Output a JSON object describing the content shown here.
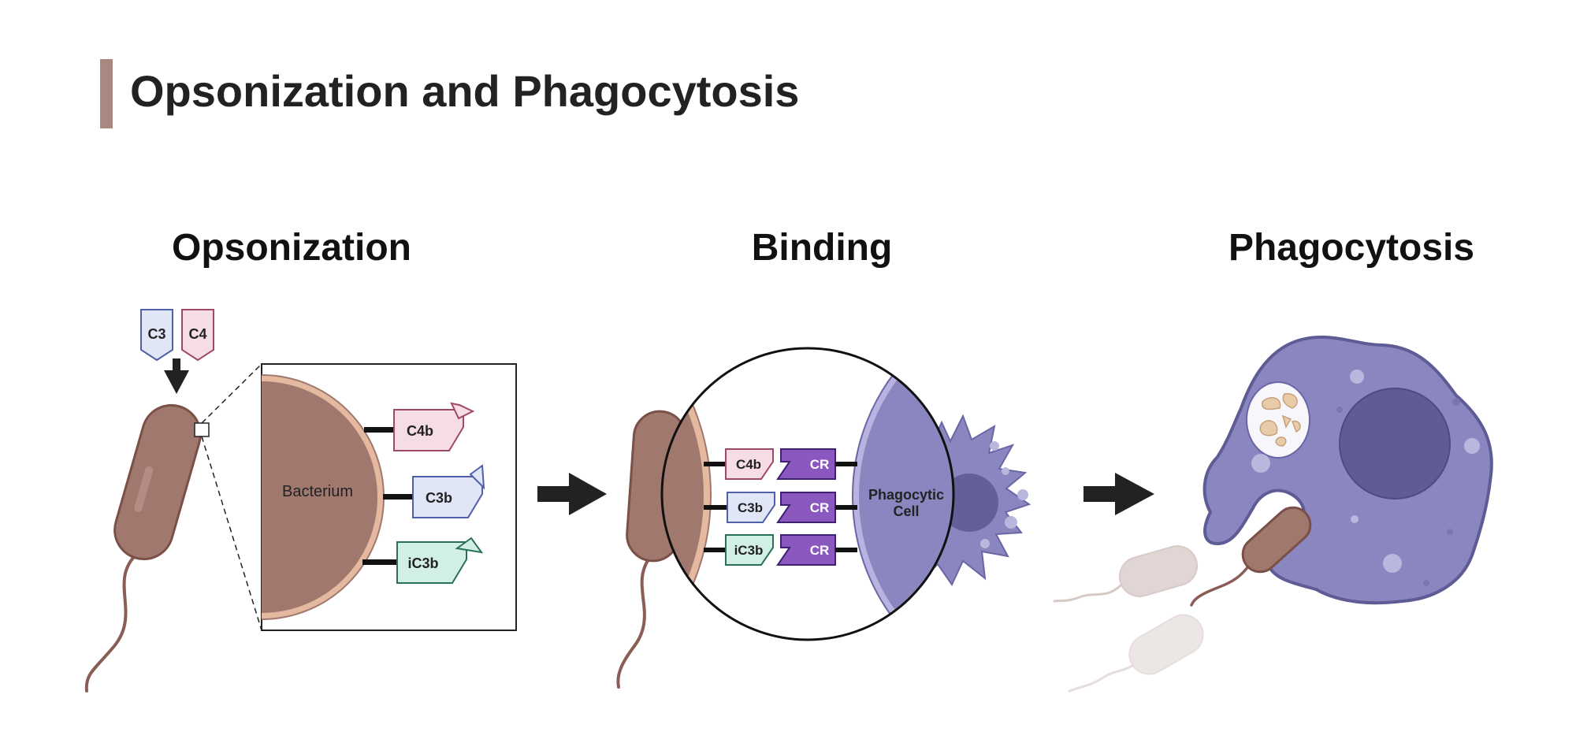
{
  "title": "Opsonization and Phagocytosis",
  "colors": {
    "accent_bar": "#a88880",
    "bacterium": "#a0786e",
    "bacterium_edge": "#7a5048",
    "membrane": "#e5b9a0",
    "phagocyte": "#8a87c0",
    "phagocyte_dark": "#5f5b94",
    "c4_fill": "#f5dce6",
    "c4_stroke": "#a04868",
    "c3_fill": "#e1e6f7",
    "c3_stroke": "#5060a8",
    "ic3b_fill": "#d2efe6",
    "ic3b_stroke": "#2a7058",
    "cr_fill": "#8b58c0",
    "cr_stroke": "#402070"
  },
  "stages": {
    "opsonization": {
      "heading": "Opsonization",
      "complement_tags": [
        "C3",
        "C4"
      ],
      "bacterium_label": "Bacterium",
      "fragments": [
        "C4b",
        "C3b",
        "iC3b"
      ]
    },
    "binding": {
      "heading": "Binding",
      "pairs": [
        {
          "fragment": "C4b",
          "receptor": "CR"
        },
        {
          "fragment": "C3b",
          "receptor": "CR"
        },
        {
          "fragment": "iC3b",
          "receptor": "CR"
        }
      ],
      "cell_label": [
        "Phagocytic",
        "Cell"
      ]
    },
    "phagocytosis": {
      "heading": "Phagocytosis"
    }
  },
  "icons": [
    "arrow-down-icon",
    "arrow-right-icon",
    "bacterium-icon",
    "phagocyte-icon",
    "macrophage-icon"
  ]
}
